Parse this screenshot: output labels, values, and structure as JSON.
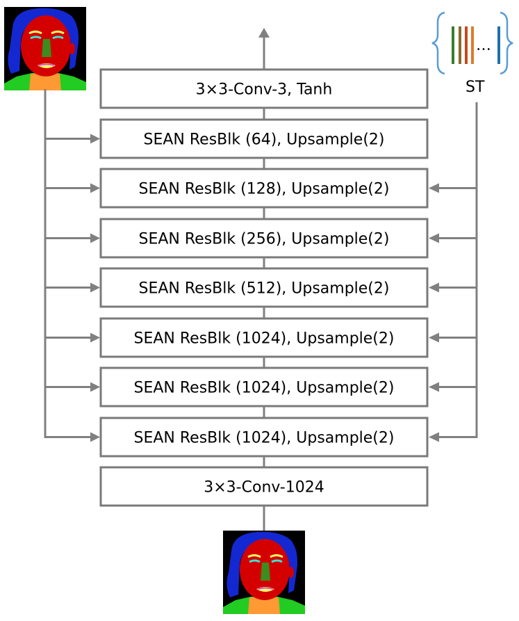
{
  "blocks": [
    "3×3-Conv-3, Tanh",
    "SEAN ResBlk (64), Upsample(2)",
    "SEAN ResBlk (128), Upsample(2)",
    "SEAN ResBlk (256), Upsample(2)",
    "SEAN ResBlk (512), Upsample(2)",
    "SEAN ResBlk (1024), Upsample(2)",
    "SEAN ResBlk (1024), Upsample(2)",
    "SEAN ResBlk (1024), Upsample(2)",
    "3×3-Conv-1024"
  ],
  "style_label": "ST",
  "style_ellipsis": "…",
  "colors": {
    "line": "#808080",
    "block_border": "#7a7a7a",
    "brace": "#5b9bd5",
    "mask_background": "#000000",
    "mask_hair": "#1428d2",
    "mask_face": "#d40000",
    "mask_neck": "#ff9933",
    "mask_clothes": "#22cc22",
    "mask_nose": "#3c8c1e",
    "mask_eyes": "#40e0d0",
    "mask_brows": "#ffff66",
    "mask_lips": "#cc55cc"
  },
  "style_code_colors": [
    "#3a7d2c",
    "#8b6a2f",
    "#c44a1d",
    "#e07a2b",
    "#cf5a1a",
    "#1f6fb0"
  ]
}
